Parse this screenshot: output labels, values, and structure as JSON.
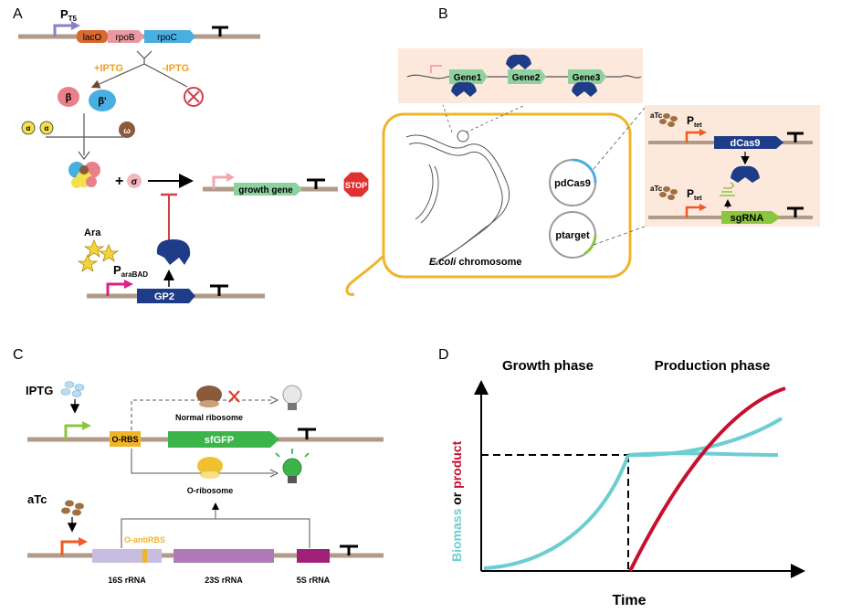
{
  "panels": {
    "a": "A",
    "b": "B",
    "c": "C",
    "d": "D"
  },
  "panel_a": {
    "promoter_main": "P",
    "promoter_main_sub": "T5",
    "lacO": "lacO",
    "rpoB": "rpoB",
    "rpoC": "rpoC",
    "plus_iptg": "+IPTG",
    "minus_iptg": "-IPTG",
    "beta": "β",
    "beta_prime": "β'",
    "alpha": "α",
    "omega": "ω",
    "plus": "+",
    "sigma": "σ",
    "growth_gene": "growth gene",
    "stop": "STOP",
    "ara": "Ara",
    "promoter_ara": "P",
    "promoter_ara_sub": "araBAD",
    "gp2": "GP2"
  },
  "panel_b": {
    "gene1": "Gene1",
    "gene2": "Gene2",
    "gene3": "Gene3",
    "pdcas9": "pdCas9",
    "ptarget": "ptarget",
    "chromosome_italic": "E.coli",
    "chromosome_rest": " chromosome",
    "atc": "aTc",
    "ptet": "P",
    "ptet_sub": "tet",
    "dcas9": "dCas9",
    "sgrna": "sgRNA"
  },
  "panel_c": {
    "iptg": "IPTG",
    "atc": "aTc",
    "orbs": "O-RBS",
    "sfgfp": "sfGFP",
    "normal_ribosome": "Normal ribosome",
    "o_ribosome": "O-ribosome",
    "o_antirbs": "O-antiRBS",
    "rrna16s": "16S rRNA",
    "rrna23s": "23S rRNA",
    "rrna5s": "5S rRNA"
  },
  "panel_d": {
    "growth_phase": "Growth phase",
    "production_phase": "Production phase",
    "y_biomass": "Biomass",
    "y_or": " or ",
    "y_product": "product",
    "x_label": "Time",
    "colors": {
      "biomass": "#6ccdd3",
      "product": "#c8102e"
    }
  },
  "colors": {
    "dna": "#b09a8a",
    "yellow_box": "#f0b429",
    "gene_green": "#8fd19e",
    "navy": "#1f3c88"
  }
}
